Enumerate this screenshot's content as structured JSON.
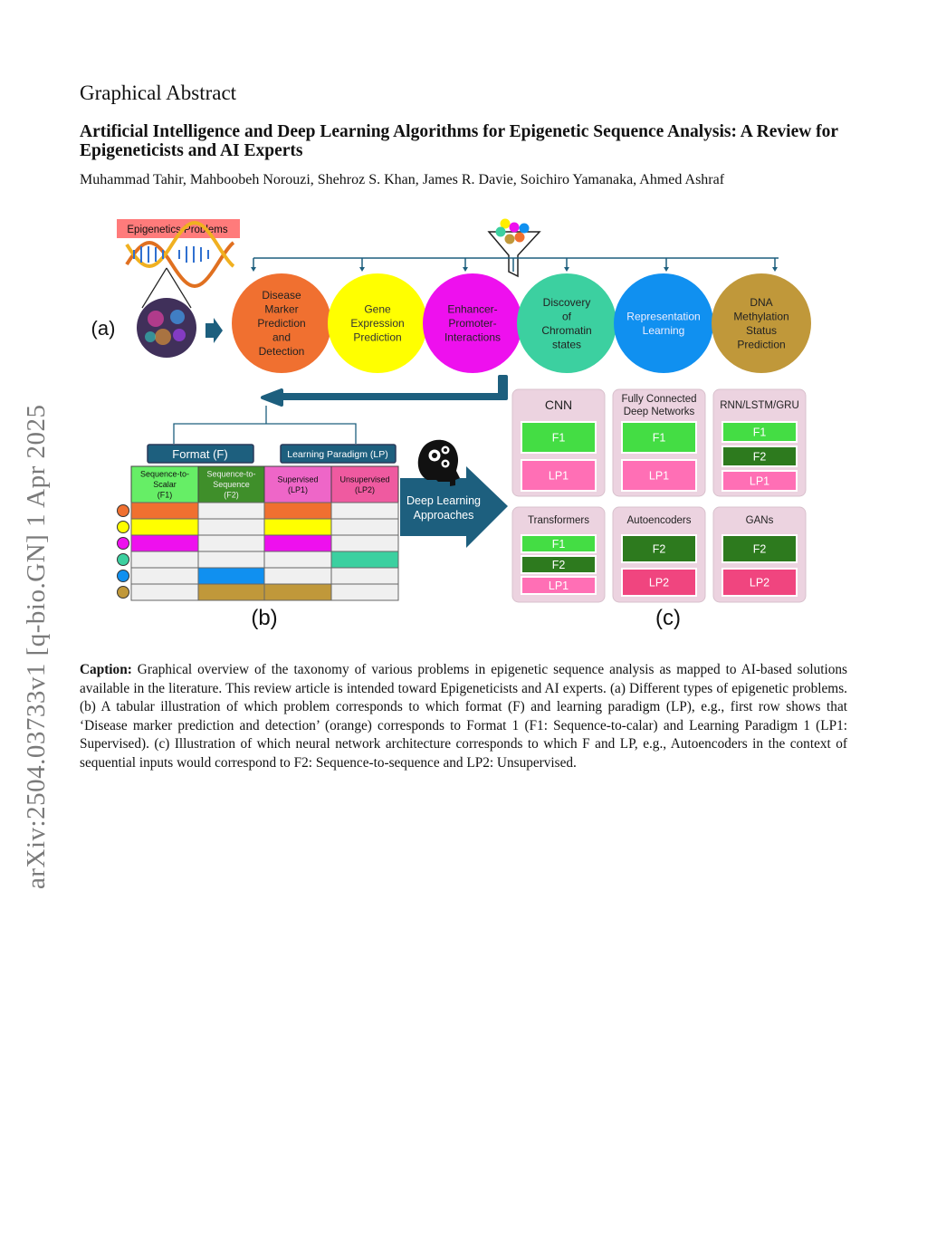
{
  "side_stamp": "arXiv:2504.03733v1  [q-bio.GN]  1 Apr 2025",
  "heading": "Graphical Abstract",
  "title": "Artificial Intelligence and Deep Learning Algorithms for Epigenetic Sequence Analysis: A Review for Epigeneticists and AI Experts",
  "authors": "Muhammad Tahir, Mahboobeh Norouzi, Shehroz S. Khan, James R. Davie, Soichiro Yamanaka, Ahmed Ashraf",
  "figure": {
    "epigenetics_label": "Epigenetics Problems",
    "panel_a": "(a)",
    "panel_b": "(b)",
    "panel_c": "(c)",
    "problems": [
      {
        "lines": [
          "Disease",
          "Marker",
          "Prediction",
          "and",
          "Detection"
        ],
        "color": "#f07030"
      },
      {
        "lines": [
          "Gene",
          "Expression",
          "Prediction"
        ],
        "color": "#ffff00"
      },
      {
        "lines": [
          "Enhancer-",
          "Promoter-",
          "Interactions"
        ],
        "color": "#ee10ee"
      },
      {
        "lines": [
          "Discovery",
          "of",
          "Chromatin",
          "states"
        ],
        "color": "#3cd0a0"
      },
      {
        "lines": [
          "Representation",
          "Learning"
        ],
        "color": "#1090f0"
      },
      {
        "lines": [
          "DNA",
          "Methylation",
          "Status",
          "Prediction"
        ],
        "color": "#c0983a"
      }
    ],
    "format_header": "Format (F)",
    "paradigm_header": "Learning Paradigm (LP)",
    "table_columns": [
      {
        "lines": [
          "Sequence-to-",
          "Scalar",
          "(F1)"
        ]
      },
      {
        "lines": [
          "Sequence-to-",
          "Sequence",
          "(F2)"
        ]
      },
      {
        "lines": [
          "Supervised",
          "(LP1)"
        ]
      },
      {
        "lines": [
          "Unsupervised",
          "(LP2)"
        ]
      }
    ],
    "dl_arrow": [
      "Deep Learning",
      "Approaches"
    ],
    "architectures": [
      {
        "name": [
          "CNN"
        ],
        "tags": [
          "F1",
          "LP1"
        ]
      },
      {
        "name": [
          "Fully Connected",
          "Deep Networks"
        ],
        "tags": [
          "F1",
          "LP1"
        ]
      },
      {
        "name": [
          "RNN/LSTM/GRU"
        ],
        "tags": [
          "F1",
          "F2",
          "LP1"
        ]
      },
      {
        "name": [
          "Transformers"
        ],
        "tags": [
          "F1",
          "F2",
          "LP1"
        ]
      },
      {
        "name": [
          "Autoencoders"
        ],
        "tags": [
          "F2",
          "LP2"
        ]
      },
      {
        "name": [
          "GANs"
        ],
        "tags": [
          "F2",
          "LP2"
        ]
      }
    ]
  },
  "caption": {
    "label": "Caption:",
    "text": " Graphical overview of the taxonomy of various problems in epigenetic sequence analysis as mapped to AI-based solutions available in the literature. This review article is intended toward Epigeneticists and AI experts. (a) Different types of epigenetic problems. (b) A tabular illustration of which problem corresponds to which format (F) and learning paradigm (LP), e.g., first row shows that ‘Disease marker prediction and detection’ (orange) corresponds to Format 1 (F1: Sequence-to-calar) and Learning Paradigm 1 (LP1: Supervised). (c) Illustration of which neural network architecture corresponds to which F and LP, e.g., Autoencoders in the context of sequential inputs would correspond to F2: Sequence-to-sequence and LP2: Unsupervised."
  },
  "colors": {
    "f1_tag": "#44dd44",
    "f2_tag": "#2d7a1e",
    "lp1_tag": "#ff6fb5",
    "lp2_tag": "#f0457f",
    "arrow_blue": "#1d5f7e",
    "card_bg": "#ecd3e0",
    "format_header": "#1d5f7e"
  },
  "table_fill": [
    [
      0,
      2
    ],
    [
      0,
      2
    ],
    [
      0,
      2
    ],
    [
      3
    ],
    [
      1
    ],
    [
      1,
      2
    ]
  ]
}
